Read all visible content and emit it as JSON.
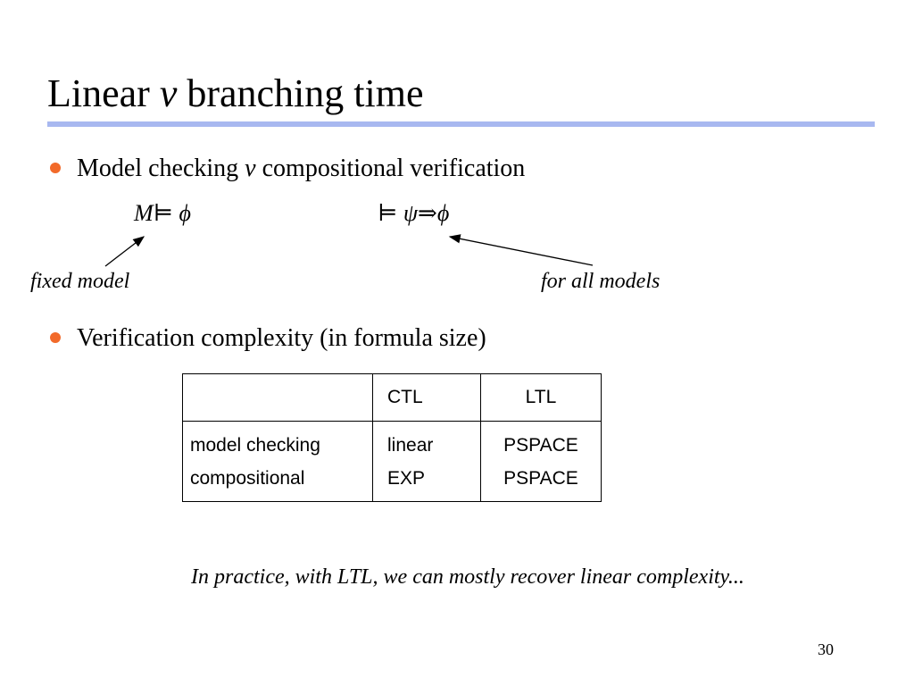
{
  "slide": {
    "title_pre": "Linear ",
    "title_v": "v",
    "title_post": " branching time",
    "accent_color": "#a8b8f0",
    "bullet_color": "#f26a2a"
  },
  "bullet1": {
    "pre": "Model checking ",
    "v": "v",
    "post": " compositional verification"
  },
  "formula_left": {
    "M": "M",
    "models": "⊨",
    "phi": "ϕ"
  },
  "formula_right": {
    "models": "⊨",
    "psi": "ψ",
    "implies": "⇒",
    "phi": "ϕ"
  },
  "annotations": {
    "left": "fixed model",
    "right": "for all models"
  },
  "bullet2": {
    "text": "Verification complexity (in formula size)"
  },
  "table": {
    "headers": [
      "",
      "CTL",
      "LTL"
    ],
    "row_labels": [
      "model checking",
      "compositional"
    ],
    "ctl": [
      "linear",
      "EXP"
    ],
    "ltl": [
      "PSPACE",
      "PSPACE"
    ]
  },
  "footnote": "In practice, with LTL, we can mostly recover linear complexity...",
  "page_number": "30"
}
